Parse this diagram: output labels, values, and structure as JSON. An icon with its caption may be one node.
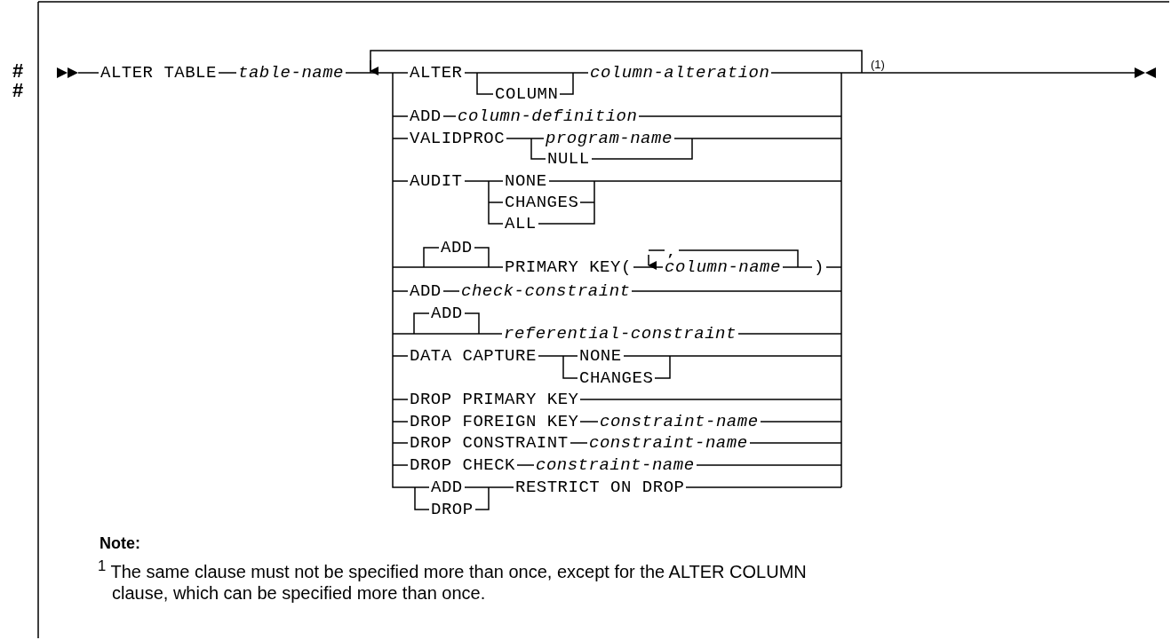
{
  "diagram": {
    "labels": [
      "#",
      "#",
      "ALTER TABLE",
      "table-name",
      "ALTER",
      "column-alteration",
      "(1)",
      "COLUMN",
      "ADD",
      "column-definition",
      "VALIDPROC",
      "program-name",
      "NULL",
      "AUDIT",
      "NONE",
      "CHANGES",
      "ALL",
      "ADD",
      ",",
      "PRIMARY KEY(",
      "column-name",
      ")",
      "ADD",
      "check-constraint",
      "ADD",
      "referential-constraint",
      "DATA CAPTURE",
      "NONE",
      "CHANGES",
      "DROP PRIMARY KEY",
      "DROP FOREIGN KEY",
      "constraint-name",
      "DROP CONSTRAINT",
      "constraint-name",
      "DROP CHECK",
      "constraint-name",
      "ADD",
      "RESTRICT ON DROP",
      "DROP",
      "Note:",
      "$^{1}$ The same clause must not be specified more than once, except for the ALTER COLUMN clause, which can be specified more than once."
    ]
  }
}
